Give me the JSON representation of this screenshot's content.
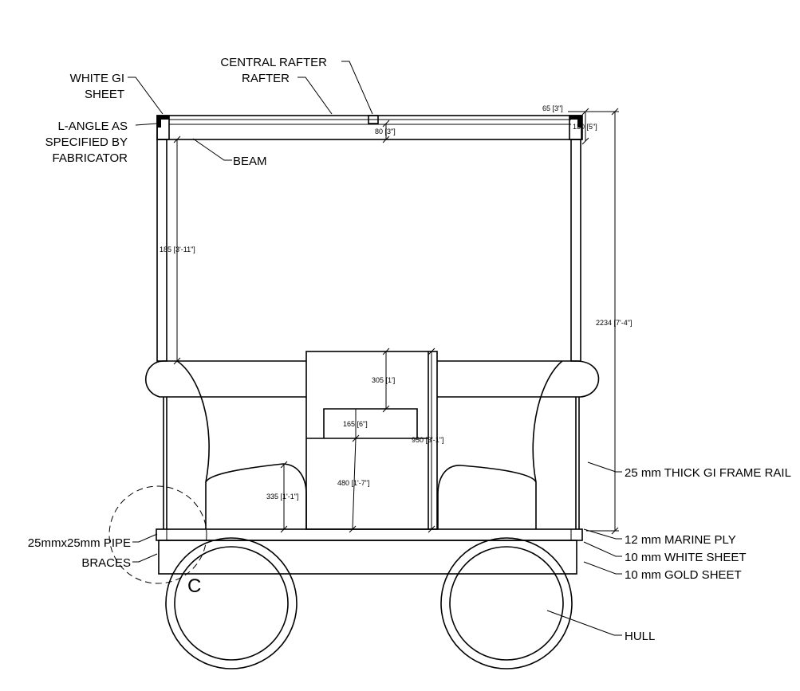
{
  "labels": {
    "white_gi_sheet": [
      "WHITE GI",
      "SHEET"
    ],
    "central_rafter": "CENTRAL RAFTER",
    "rafter": "RAFTER",
    "l_angle": [
      "L-ANGLE AS",
      "SPECIFIED BY",
      "FABRICATOR"
    ],
    "beam": "BEAM",
    "frame_rail": "25 mm THICK GI FRAME RAIL",
    "marine_ply": "12 mm MARINE PLY",
    "white_sheet": "10 mm WHITE SHEET",
    "gold_sheet": "10 mm GOLD SHEET",
    "pipe": "25mmx25mm PIPE",
    "braces": "BRACES",
    "hull": "HULL",
    "detail_marker": "C"
  },
  "dimensions": {
    "d65": "65 [3\"]",
    "d80": "80 [3\"]",
    "d130": "130 [5\"]",
    "d185": "185 [3'-11\"]",
    "d2234": "2234 [7'-4\"]",
    "d305": "305 [1']",
    "d165": "165 [6\"]",
    "d950": "950 [3'-1\"]",
    "d480": "480 [1'-7\"]",
    "d335": "335 [1'-1\"]"
  }
}
